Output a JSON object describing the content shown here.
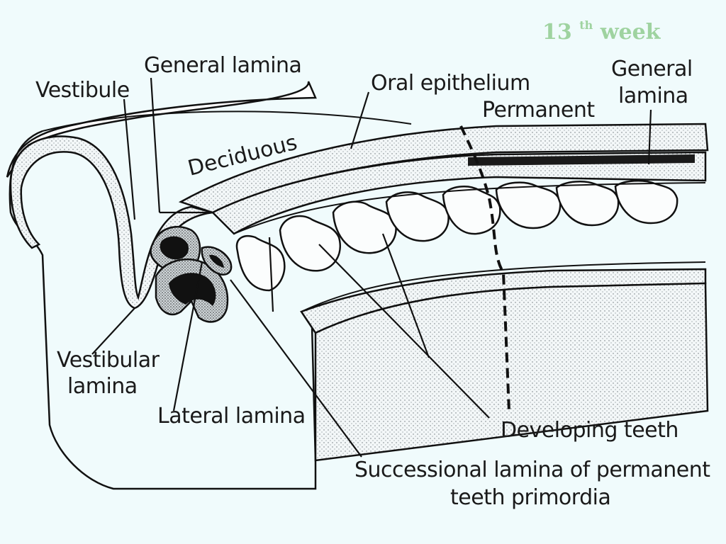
{
  "title": {
    "number": "13",
    "suffix": "th",
    "word": "week"
  },
  "labels": {
    "vestibule": "Vestibule",
    "general_lamina_left": "General lamina",
    "oral_epithelium": "Oral epithelium",
    "permanent": "Permanent",
    "general_lamina_right_1": "General",
    "general_lamina_right_2": "lamina",
    "deciduous": "Deciduous",
    "vestibular_lamina_1": "Vestibular",
    "vestibular_lamina_2": "lamina",
    "lateral_lamina": "Lateral lamina",
    "developing_teeth": "Developing teeth",
    "successional_lamina_1": "Successional lamina of permanent",
    "successional_lamina_2": "teeth primordia"
  },
  "colors": {
    "background": "#f0fbfc",
    "title": "#9fd3a0",
    "ink": "#1a1a1a",
    "tissue": "#d8dfe2"
  }
}
